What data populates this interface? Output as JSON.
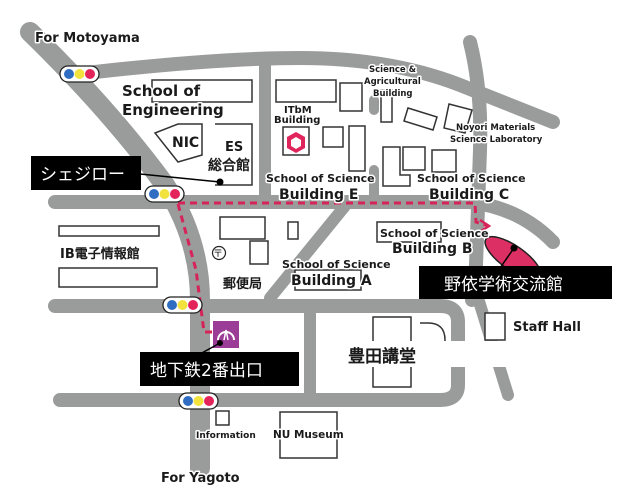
{
  "map": {
    "directions": {
      "north": "For Motoyama",
      "south": "For Yagoto"
    },
    "buildings": {
      "engineering_line1": "School of",
      "engineering_line2": "Engineering",
      "nic": "NIC",
      "es_line1": "ES",
      "es_line2": "総合館",
      "itbm_line1": "ITbM",
      "itbm_line2": "Building",
      "sci_agri_line1": "Science &",
      "sci_agri_line2": "Agricultural",
      "sci_agri_line3": "Building",
      "noyori_line1": "Noyori Materials",
      "noyori_line2": "Science Laboratory",
      "sci_e_line1": "School of Science",
      "sci_e_line2": "Building E",
      "sci_c_line1": "School of Science",
      "sci_c_line2": "Building C",
      "sci_b_line1": "School of Science",
      "sci_b_line2": "Building B",
      "sci_a_line1": "School of Science",
      "sci_a_line2": "Building A",
      "ib": "IB電子情報館",
      "post_symbol": "〒",
      "post_office": "郵便局",
      "staff_hall": "Staff Hall",
      "toyoda": "豊田講堂",
      "information": "Information",
      "museum": "NU Museum"
    },
    "callouts": {
      "cafeteria": "シェジロー",
      "destination": "野依学術交流館",
      "subway_exit": "地下鉄2番出口"
    },
    "colors": {
      "route": "#d6245a",
      "destination": "#dc2f63",
      "subway": "#9b3d97",
      "road": "#9a9b9b",
      "signal_blue": "#2f6dc2",
      "signal_yellow": "#f2e23d",
      "signal_red": "#e3245a"
    }
  }
}
